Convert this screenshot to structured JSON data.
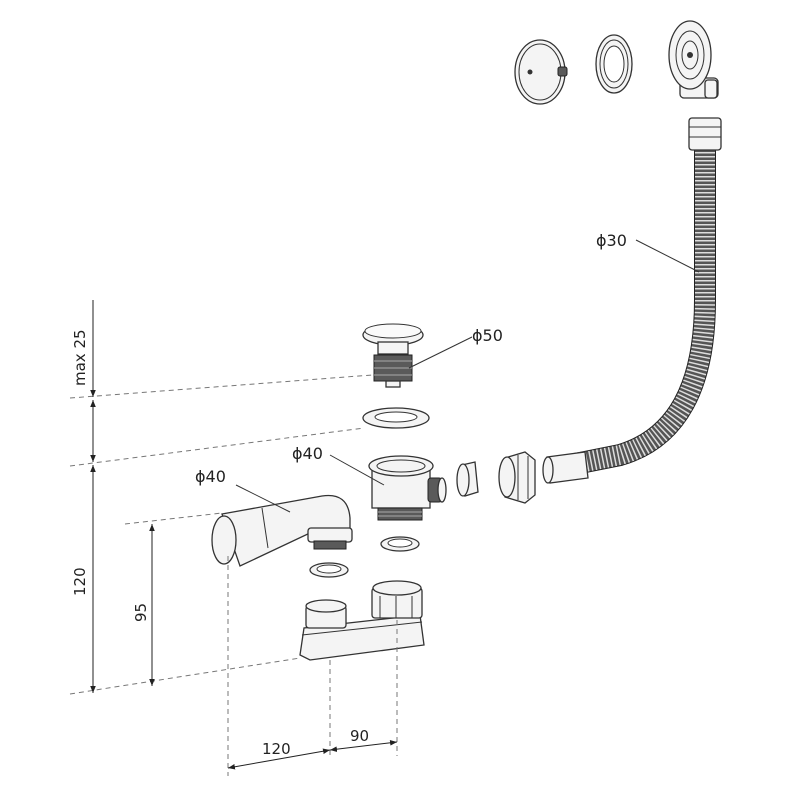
{
  "labels": {
    "hose_diameter": "ϕ30",
    "plug_diameter": "ϕ50",
    "outlet_diameter": "ϕ40",
    "pipe_diameter": "ϕ40"
  },
  "dimensions": {
    "max_overflow": "max 25",
    "height_total": "120",
    "height_pipe": "95",
    "width_left": "120",
    "width_right": "90"
  }
}
